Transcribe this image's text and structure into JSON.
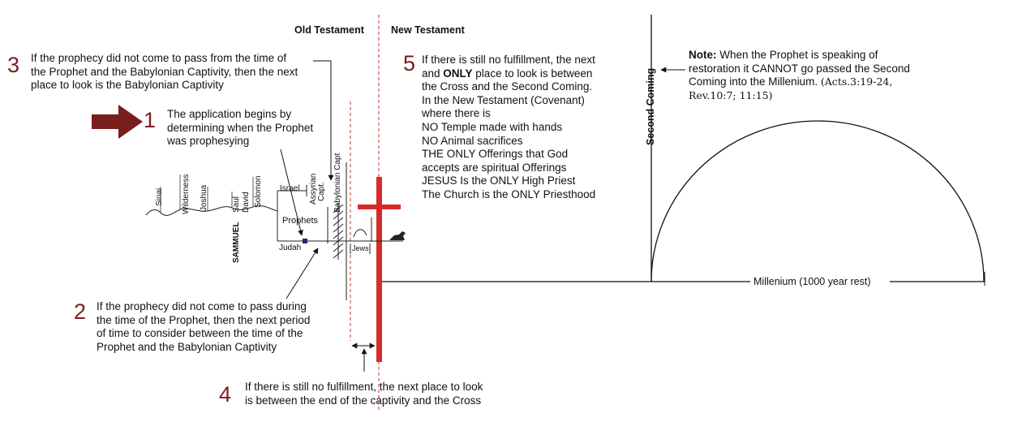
{
  "headers": {
    "old_testament": "Old Testament",
    "new_testament": "New Testament"
  },
  "numbers": [
    "1",
    "2",
    "3",
    "4",
    "5"
  ],
  "notes": {
    "n1": [
      "The application begins by",
      "determining when the Prophet",
      "was prophesying"
    ],
    "n2": [
      "If the prophecy did not come to pass during",
      "the time of the Prophet, then the next period",
      "of time to consider between the time of the",
      "Prophet and the Babylonian Captivity"
    ],
    "n3": [
      "If the prophecy did not come to pass from the time of",
      "the Prophet and the Babylonian Captivity, then the next",
      "place to look is the Babylonian Captivity"
    ],
    "n4": [
      "If there is still no fulfillment, the next place to look",
      "is between the end of the captivity and the Cross"
    ],
    "n5": {
      "line1": "If there is still no fulfillment, the next",
      "line2_pre": "and ",
      "line2_bold": "ONLY",
      "line2_post": " place to look is between",
      "rest": [
        "the Cross and the Second Coming.",
        "In the New Testament (Covenant)",
        "where there is",
        "NO Temple made with hands",
        "NO Animal sacrifices",
        "THE ONLY Offerings that God",
        "accepts are spiritual Offerings",
        "JESUS Is the ONLY High Priest",
        "The Church is the ONLY Priesthood"
      ]
    },
    "note": {
      "label": "Note:",
      "line1": " When the Prophet is speaking of",
      "line2": "restoration it CANNOT go passed the Second",
      "line3": "Coming into the Millenium. ",
      "ref1": "(Acts.3:19-24,",
      "ref2": "Rev.10:7; 11:15)"
    }
  },
  "timeline_labels": {
    "sinai": "Sinai",
    "wilderness": "Wilderness",
    "joshua": "Joshua",
    "saul": "Saul",
    "david": "David",
    "solomon": "Solomon",
    "sammuel": "SAMMUEL",
    "israel": "Israel",
    "assyrian": "Assyrian",
    "capt": "Capt.",
    "babylonian_capt": "Babylonian Capt",
    "prophets": "Prophets",
    "judah": "Judah",
    "jews": "Jews"
  },
  "second_coming": "Second Coming",
  "millenium": "Millenium (1000 year rest)",
  "colors": {
    "accent_dark_red": "#7a1d1d",
    "cross_red": "#d62b2b",
    "divider_red": "#c0392b",
    "ink": "#111111"
  },
  "icons": [
    "right-arrow-icon",
    "cross-icon",
    "kneeling-figure-icon"
  ]
}
